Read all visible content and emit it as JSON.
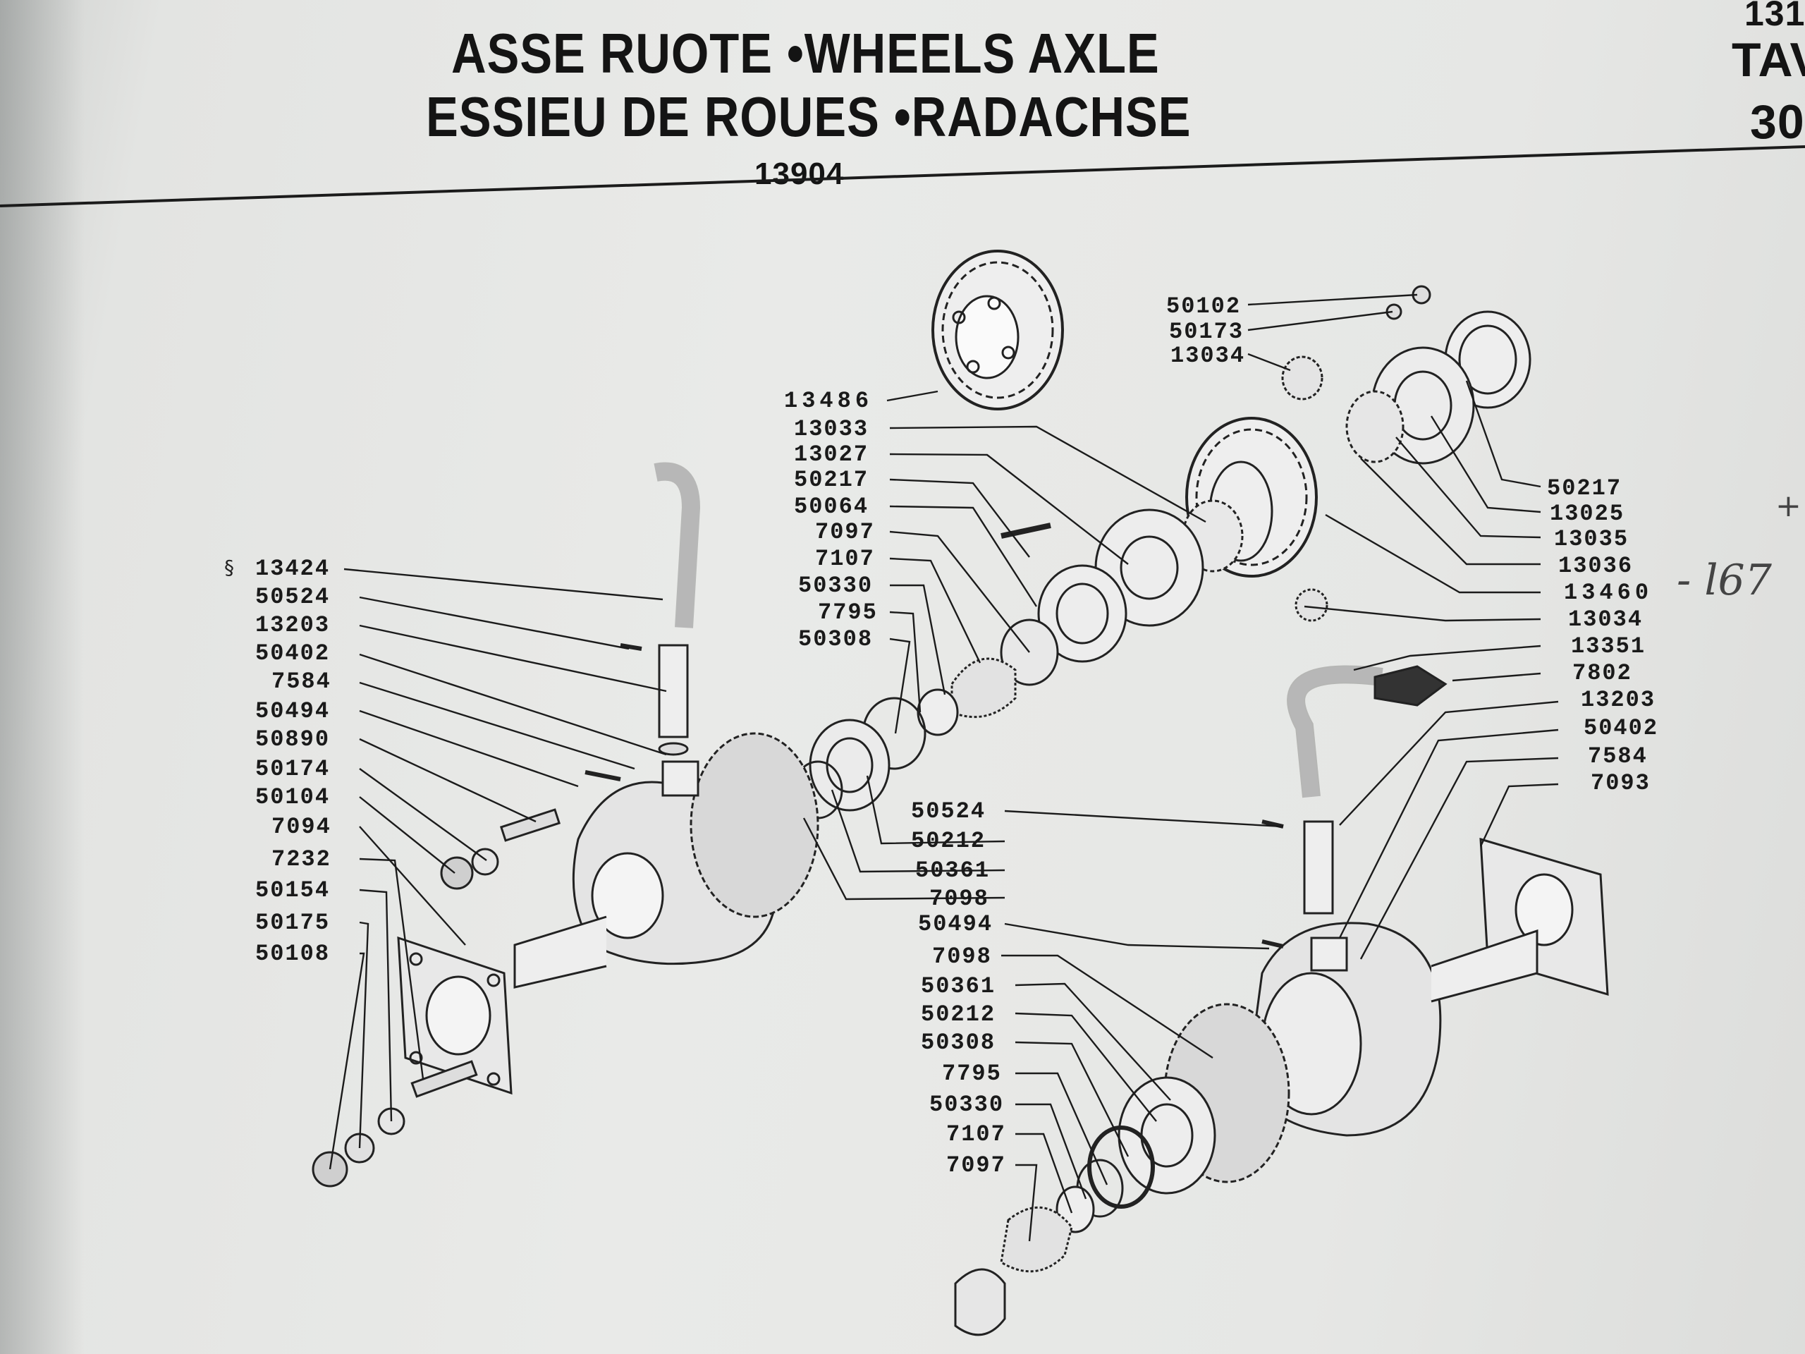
{
  "header": {
    "title_line_1": "ASSE RUOTE •WHEELS AXLE",
    "title_line_2": "ESSIEU DE ROUES •RADACHSE",
    "code": "13904",
    "corner_lines": [
      "131",
      "TAV",
      "30"
    ]
  },
  "annotations": {
    "handwritten_note": "- l67",
    "plus_mark": "+",
    "marker": "§"
  },
  "labels_left": [
    "13424",
    "50524",
    "13203",
    "50402",
    "7584",
    "50494",
    "50890",
    "50174",
    "50104",
    "7094",
    "7232",
    "50154",
    "50175",
    "50108"
  ],
  "labels_center_upper": [
    "13486",
    "13033",
    "13027",
    "50217",
    "50064",
    "7097",
    "7107",
    "50330",
    "7795",
    "50308"
  ],
  "labels_center_lower": [
    "50524",
    "50212",
    "50361",
    "7098",
    "50494",
    "7098",
    "50361",
    "50212",
    "50308",
    "7795",
    "50330",
    "7107",
    "7097"
  ],
  "labels_right": [
    "50102",
    "50173",
    "13034",
    "50217",
    "13025",
    "13035",
    "13036",
    "13460",
    "13034",
    "13351",
    "7802",
    "13203",
    "50402",
    "7584",
    "7093"
  ]
}
